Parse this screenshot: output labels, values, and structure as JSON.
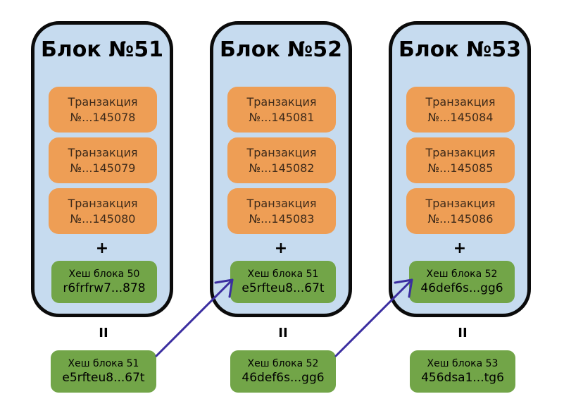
{
  "blocks": [
    {
      "title": "Блок №51",
      "transactions": [
        {
          "line1": "Транзакция",
          "line2": "№...145078"
        },
        {
          "line1": "Транзакция",
          "line2": "№...145079"
        },
        {
          "line1": "Транзакция",
          "line2": "№...145080"
        }
      ],
      "plus": "+",
      "prev_hash": {
        "label": "Хеш блока 50",
        "value": "r6frfrw7...878"
      },
      "equals": "II",
      "own_hash": {
        "label": "Хеш блока 51",
        "value": "e5rfteu8...67t"
      }
    },
    {
      "title": "Блок №52",
      "transactions": [
        {
          "line1": "Транзакция",
          "line2": "№...145081"
        },
        {
          "line1": "Транзакция",
          "line2": "№...145082"
        },
        {
          "line1": "Транзакция",
          "line2": "№...145083"
        }
      ],
      "plus": "+",
      "prev_hash": {
        "label": "Хеш блока 51",
        "value": "e5rfteu8...67t"
      },
      "equals": "II",
      "own_hash": {
        "label": "Хеш блока 52",
        "value": "46def6s...gg6"
      }
    },
    {
      "title": "Блок №53",
      "transactions": [
        {
          "line1": "Транзакция",
          "line2": "№...145084"
        },
        {
          "line1": "Транзакция",
          "line2": "№...145085"
        },
        {
          "line1": "Транзакция",
          "line2": "№...145086"
        }
      ],
      "plus": "+",
      "prev_hash": {
        "label": "Хеш блока 52",
        "value": "46def6s...gg6"
      },
      "equals": "II",
      "own_hash": {
        "label": "Хеш блока 53",
        "value": "456dsa1...tg6"
      }
    }
  ],
  "colors": {
    "block_fill": "#c6dbef",
    "block_border": "#0b0b0b",
    "transaction_fill": "#ee9e55",
    "hash_fill": "#72a548",
    "arrow": "#3b2ea0"
  }
}
